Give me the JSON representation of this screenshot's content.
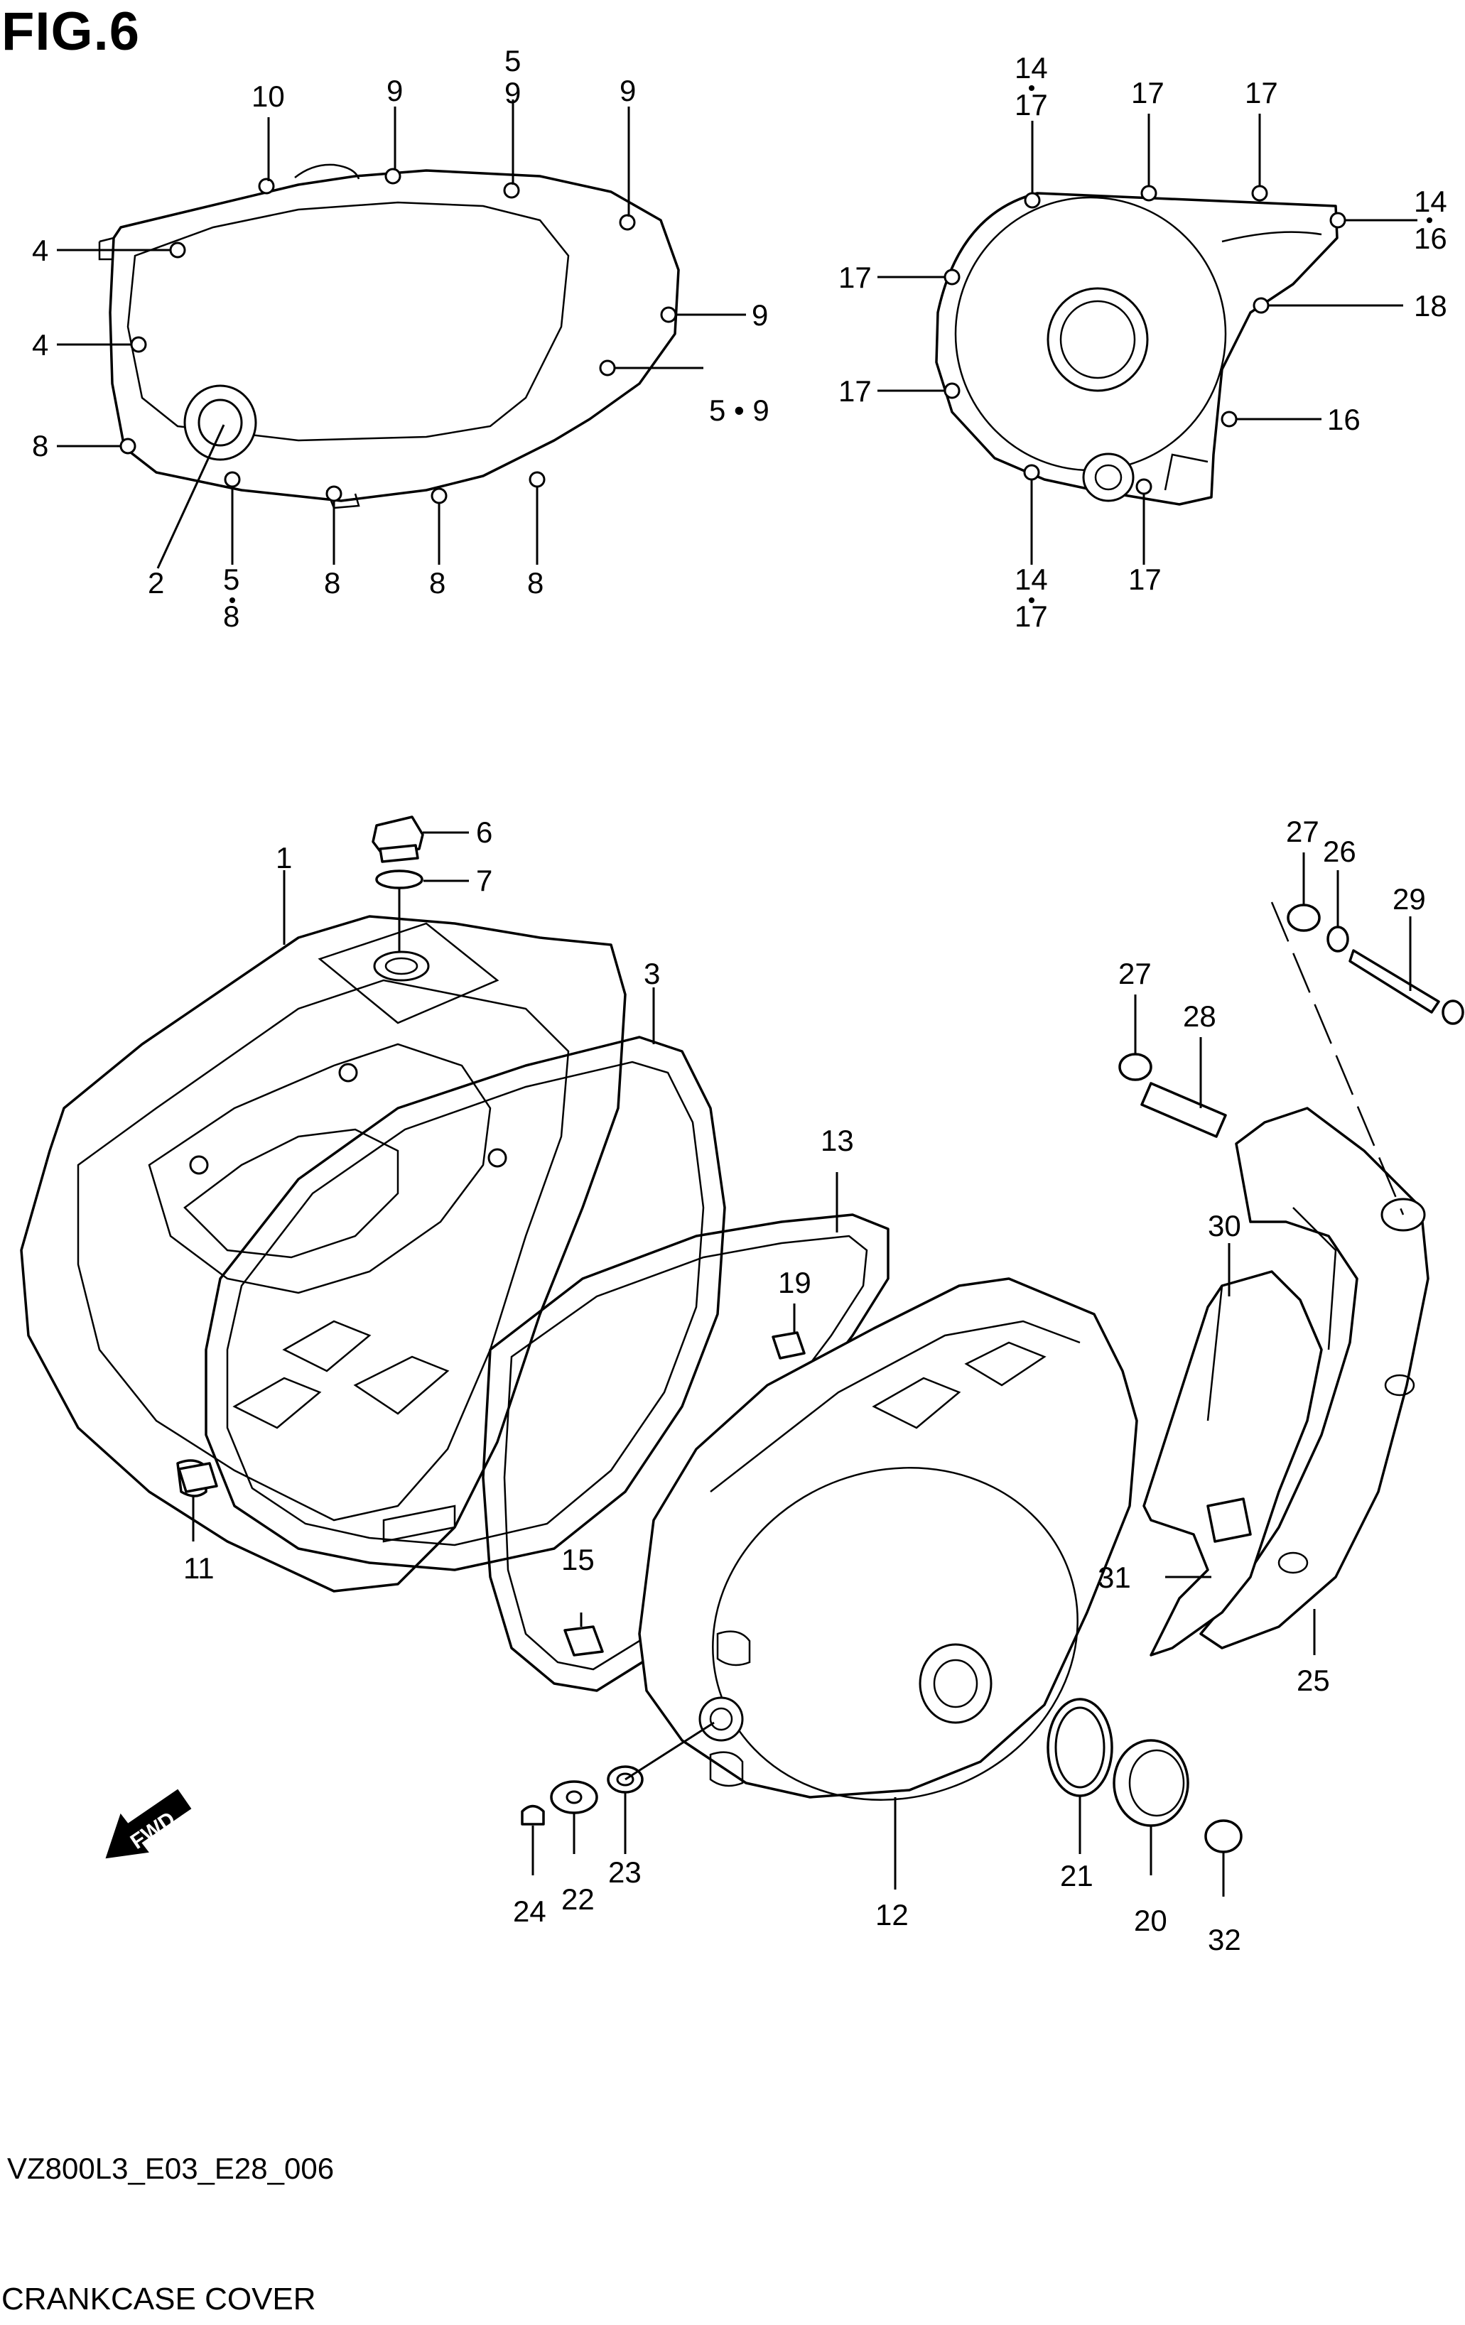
{
  "figure": {
    "title": "FIG.6",
    "model_code": "VZ800L3_E03_E28_006",
    "name": "CRANKCASE COVER",
    "fwd_label": "FWD"
  },
  "callouts": {
    "top_left": [
      "10",
      "9",
      "5",
      "9",
      "9",
      "4",
      "4",
      "9",
      "5 • 9",
      "8",
      "2",
      "5",
      "8",
      "8",
      "8",
      "8"
    ],
    "top_right": [
      "14",
      "17",
      "17",
      "17",
      "14",
      "16",
      "17",
      "18",
      "17",
      "16",
      "14",
      "17",
      "17"
    ],
    "main": [
      "6",
      "7",
      "1",
      "3",
      "13",
      "19",
      "11",
      "15",
      "24",
      "22",
      "23",
      "12",
      "21",
      "20",
      "32",
      "27",
      "26",
      "29",
      "27",
      "28",
      "30",
      "31",
      "25"
    ]
  }
}
